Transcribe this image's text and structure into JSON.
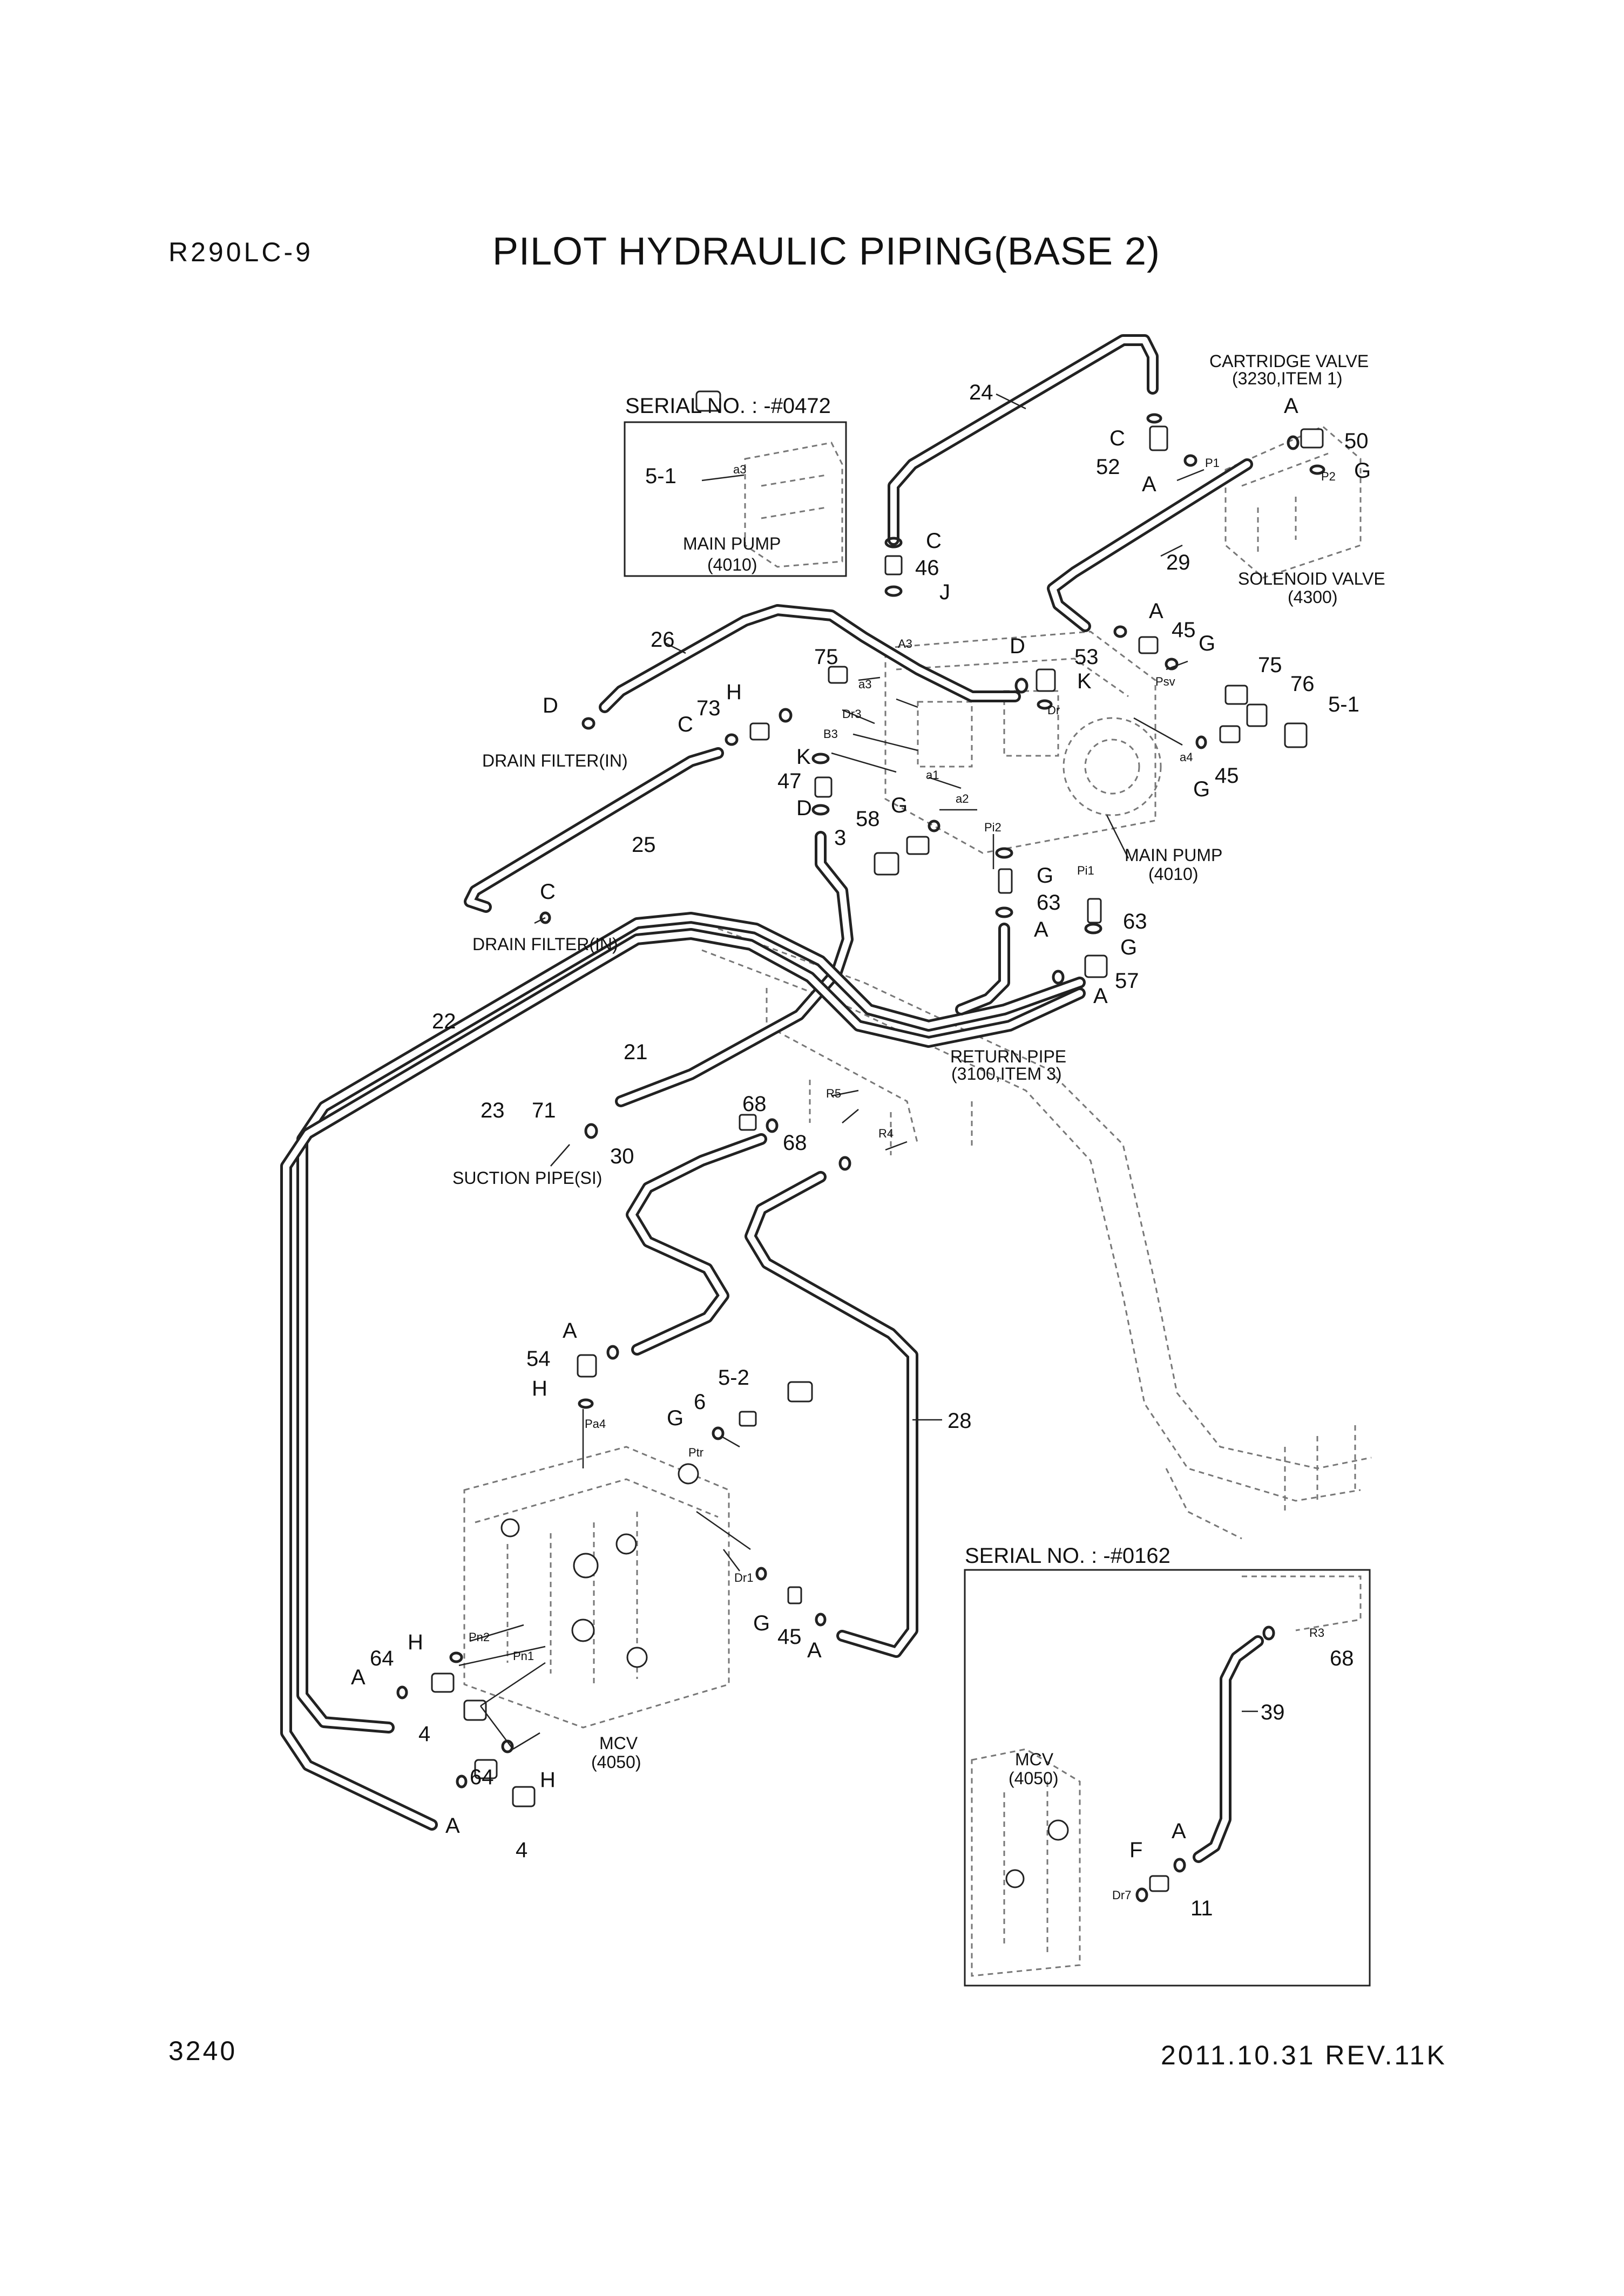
{
  "header": {
    "model": "R290LC-9",
    "title": "PILOT HYDRAULIC PIPING(BASE 2)"
  },
  "footer": {
    "page_number": "3240",
    "revision": "2011.10.31  REV.11K"
  },
  "inset_top": {
    "serial": "SERIAL NO. : -#0472",
    "component": "MAIN PUMP",
    "component_code": "(4010)",
    "callout": "5-1",
    "port": "a3"
  },
  "inset_bottom": {
    "serial": "SERIAL NO. : -#0162",
    "component": "MCV",
    "component_code": "(4050)",
    "callouts": {
      "r3": "R3",
      "p68": "68",
      "p39": "39",
      "a": "A",
      "f": "F",
      "dr7": "Dr7",
      "p11": "11"
    }
  },
  "components": {
    "cartridge_valve": "CARTRIDGE VALVE",
    "cartridge_valve_code": "(3230,ITEM 1)",
    "solenoid_valve": "SOLENOID VALVE",
    "solenoid_valve_code": "(4300)",
    "main_pump": "MAIN PUMP",
    "main_pump_code": "(4010)",
    "return_pipe": "RETURN PIPE",
    "return_pipe_code": "(3100,ITEM 3)",
    "drain_filter_1": "DRAIN FILTER(IN)",
    "drain_filter_2": "DRAIN FILTER(IN)",
    "suction_pipe": "SUCTION PIPE(SI)",
    "mcv": "MCV",
    "mcv_code": "(4050)"
  },
  "callouts": {
    "c24": "24",
    "cC1": "C",
    "c52": "52",
    "cA1": "A",
    "cP1": "P1",
    "cA2": "A",
    "c50": "50",
    "cP2": "P2",
    "cG1": "G",
    "c29": "29",
    "cC2": "C",
    "c46": "46",
    "cJ": "J",
    "cA3": "A",
    "c45a": "45",
    "cG2": "G",
    "cPsv": "Psv",
    "c26": "26",
    "c75a": "75",
    "cA3p": "A3",
    "ca3": "a3",
    "cD1": "D",
    "c53": "53",
    "cK1": "K",
    "cDr": "Dr",
    "cDr3": "Dr3",
    "cH1": "H",
    "c73": "73",
    "cD2": "D",
    "cC3": "C",
    "cB3": "B3",
    "cK2": "K",
    "c47": "47",
    "cD3": "D",
    "ca1": "a1",
    "ca2": "a2",
    "cG3": "G",
    "c58": "58",
    "c3": "3",
    "cPi2": "Pi2",
    "c75b": "75",
    "c76": "76",
    "c51": "5-1",
    "ca4": "a4",
    "c45b": "45",
    "cG4": "G",
    "c25": "25",
    "cC4": "C",
    "cG5": "G",
    "c63a": "63",
    "cA4": "A",
    "cPi1": "Pi1",
    "c63b": "63",
    "cG6": "G",
    "c57": "57",
    "cA5": "A",
    "c22": "22",
    "c21": "21",
    "c23": "23",
    "c71": "71",
    "c68a": "68",
    "cR5": "R5",
    "c68b": "68",
    "cR4": "R4",
    "c30": "30",
    "cA6": "A",
    "c54": "54",
    "cH2": "H",
    "cPa4": "Pa4",
    "c52b": "5-2",
    "c6": "6",
    "cG7": "G",
    "cPtr": "Ptr",
    "c28": "28",
    "cDr1": "Dr1",
    "cG8": "G",
    "c45c": "45",
    "cA7": "A",
    "cPn2": "Pn2",
    "cPn1": "Pn1",
    "cH3": "H",
    "c64a": "64",
    "cA8": "A",
    "c4a": "4",
    "c64b": "64",
    "cH4": "H",
    "cA9": "A",
    "c4b": "4"
  }
}
